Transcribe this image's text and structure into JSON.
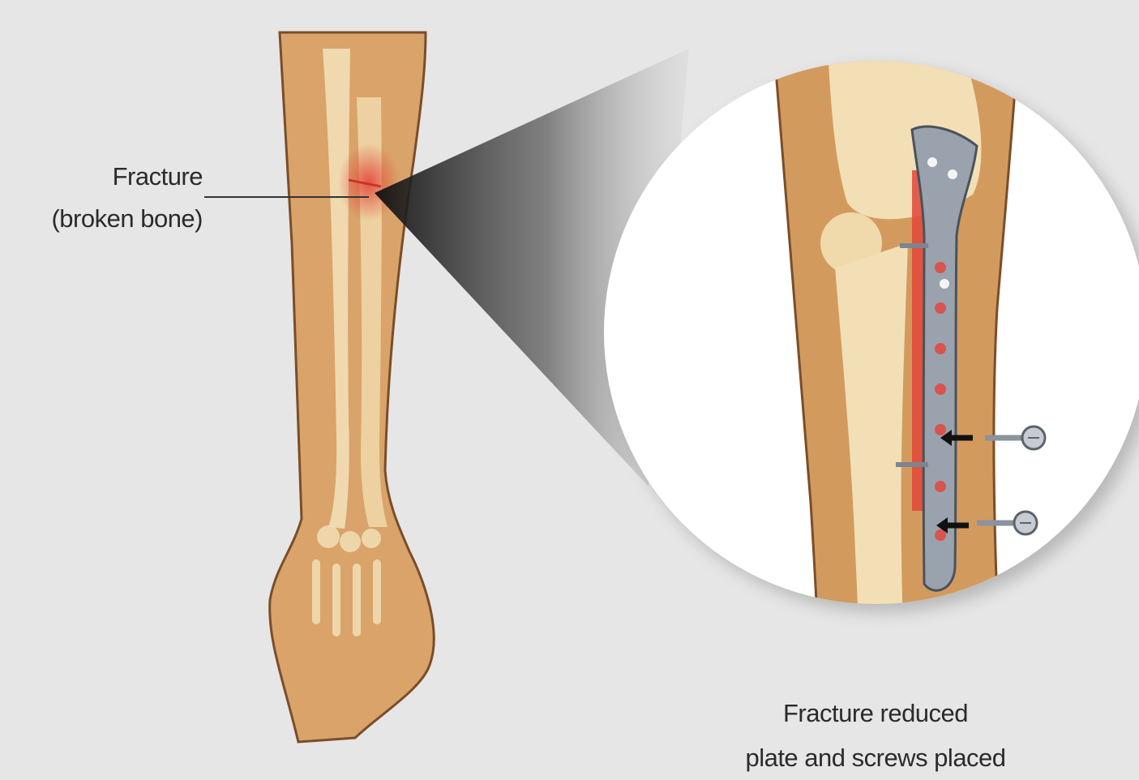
{
  "labels": {
    "fracture_line1": "Fracture",
    "fracture_line2": "(broken bone)",
    "inset_line1": "Fracture reduced",
    "inset_line2": "plate and screws placed"
  },
  "colors": {
    "background": "#e6e6e6",
    "skin": "#d9a36a",
    "skin_outline": "#7a4e2a",
    "bone": "#f2dfb6",
    "fracture_highlight": "#e2463a",
    "plate": "#9aa3ad",
    "arrow": "#111111"
  },
  "icons": {
    "screw": "screw-icon",
    "arrow": "arrow-left-icon"
  }
}
